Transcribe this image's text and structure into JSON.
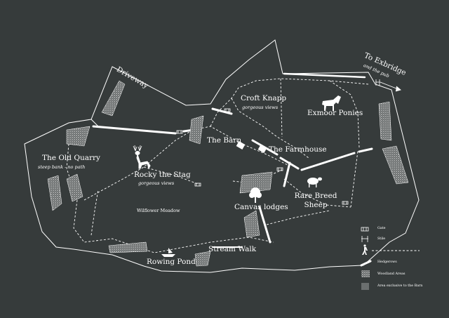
{
  "colors": {
    "background": "#363b3b",
    "ink": "#ffffff",
    "woodland_fill": "#8a8d8d",
    "exclusive_area": "#6b6f6f"
  },
  "labels": {
    "driveway": "Driveway",
    "to_exbridge": "To Exbridge",
    "and_the_pub": "and the pub",
    "croft_knapp": "Croft Knapp",
    "croft_knapp_note": "gorgeous views",
    "exmoor_ponies": "Exmoor Ponies",
    "the_barn": "The Barn",
    "the_farmhouse": "The Farmhouse",
    "the_old_quarry": "The Old Quarry",
    "old_quarry_note": "steep bank - no path",
    "rocky_the_stag": "Rocky the Stag",
    "rocky_note": "gorgeous views",
    "wildflower_meadow": "Wilflower Meadow",
    "rare_breed_sheep_line1": "Rare Breed",
    "rare_breed_sheep_line2": "Sheep",
    "canvas_lodges": "Canvas lodges",
    "stream_walk": "Stream Walk",
    "rowing_pond": "Rowing Pond"
  },
  "icons": {
    "stag": "stag-icon",
    "pony": "pony-icon",
    "sheep": "sheep-icon",
    "tree": "tree-icon",
    "barn": "barn-icon",
    "farmhouse": "farmhouse-icon",
    "boat": "boat-icon"
  },
  "legend": {
    "gate": "Gate",
    "stile": "Stile",
    "footpath": "",
    "hedgerows": "Hedgerows",
    "woodland_areas": "Woodland Areas",
    "exclusive": "Area exclusive to the Barn"
  }
}
